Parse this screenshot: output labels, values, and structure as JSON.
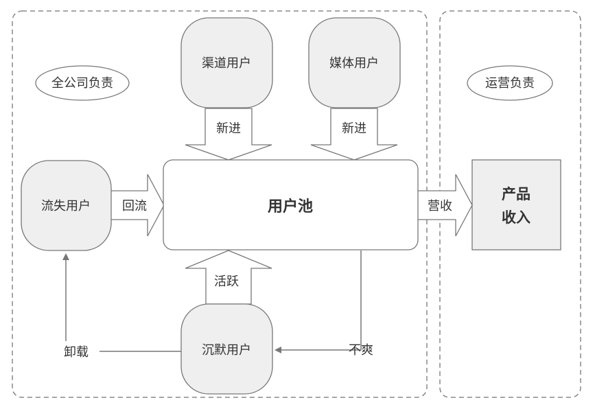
{
  "regions": {
    "company": "全公司负责",
    "operations": "运营负责"
  },
  "nodes": {
    "channel_users": "渠道用户",
    "media_users": "媒体用户",
    "lost_users": "流失用户",
    "user_pool": "用户池",
    "silent_users": "沉默用户",
    "product_revenue_line1": "产品",
    "product_revenue_line2": "收入"
  },
  "flows": {
    "new_in_left": "新进",
    "new_in_right": "新进",
    "return_flow": "回流",
    "revenue_flow": "营收",
    "active": "活跃",
    "unhappy": "不爽",
    "uninstall": "卸载"
  },
  "colors": {
    "box_fill": "#efefef",
    "stroke": "#777777",
    "text": "#333333",
    "dashed": "#888888"
  }
}
